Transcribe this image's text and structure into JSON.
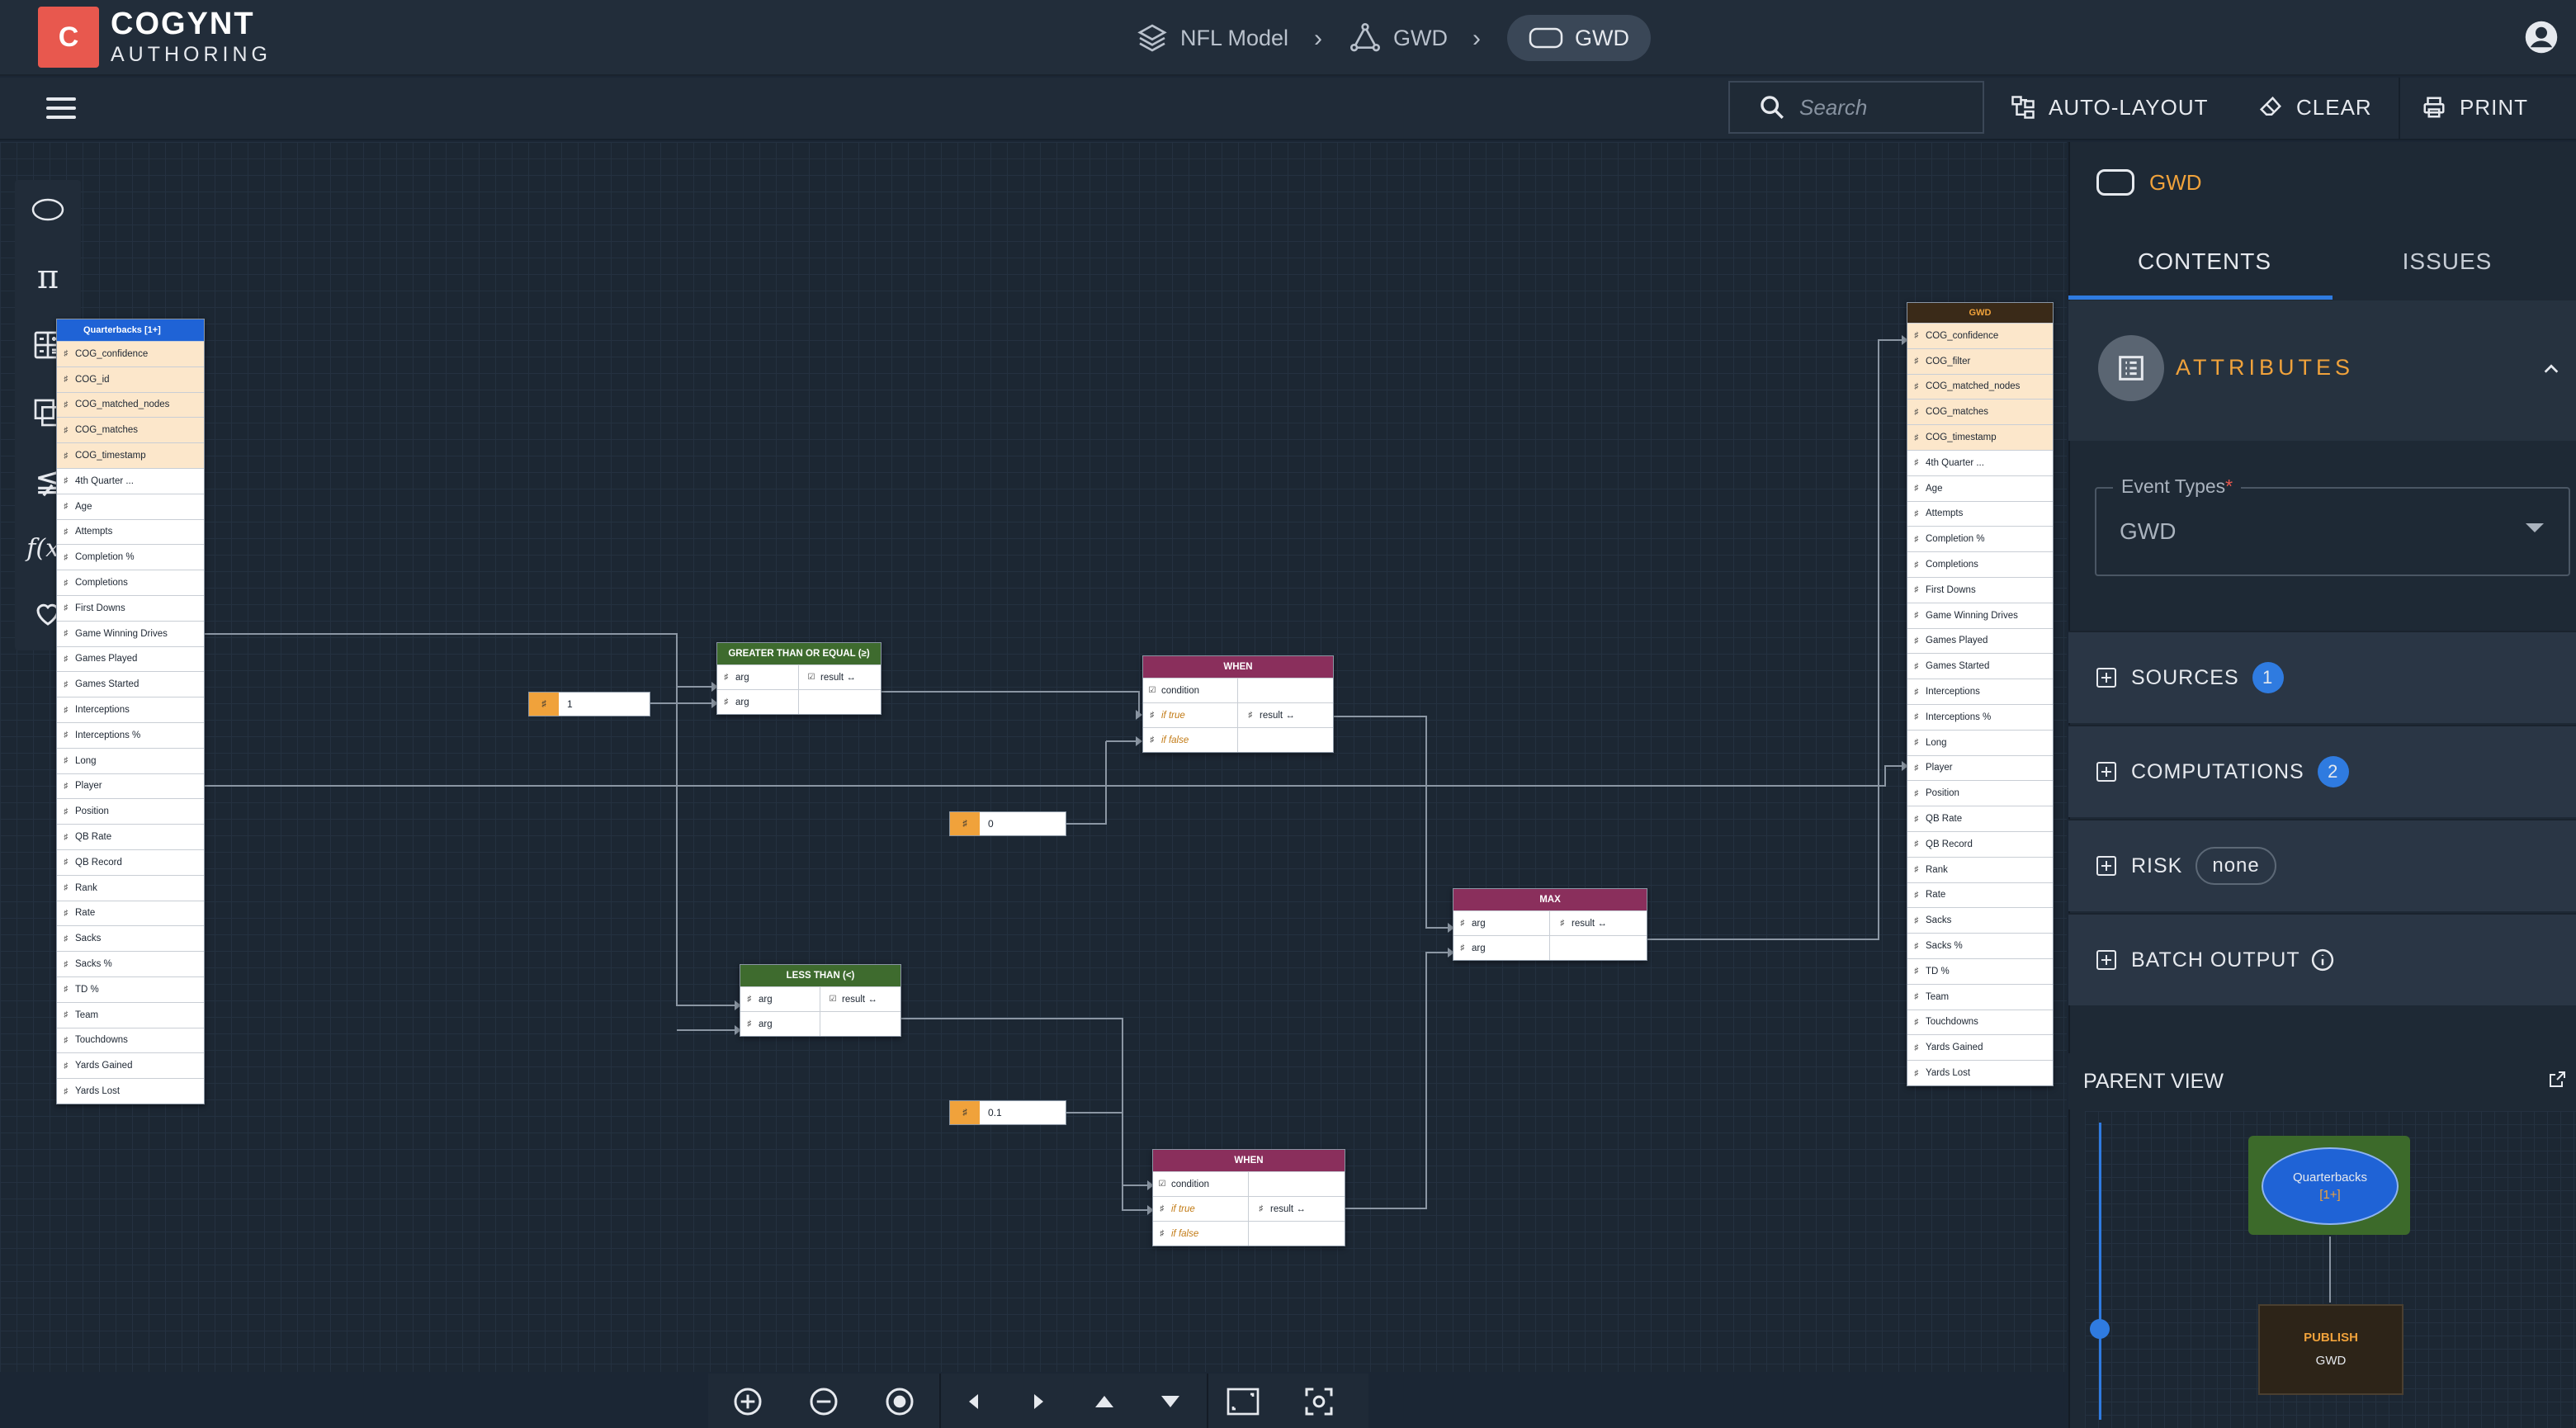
{
  "app": {
    "brand_line1": "COGYNT",
    "brand_line2": "AUTHORING",
    "logo_letter": "C"
  },
  "breadcrumbs": [
    {
      "label": "NFL Model",
      "icon": "layers-icon"
    },
    {
      "label": "GWD",
      "icon": "graph-icon"
    },
    {
      "label": "GWD",
      "icon": "oval-icon"
    }
  ],
  "toolbar": {
    "search_placeholder": "Search",
    "auto_layout": "AUTO-LAYOUT",
    "clear": "CLEAR",
    "print": "PRINT"
  },
  "source_node": {
    "title": "Quarterbacks [1+]",
    "meta_fields": [
      "COG_confidence",
      "COG_id",
      "COG_matched_nodes",
      "COG_matches",
      "COG_timestamp"
    ],
    "fields": [
      "4th Quarter ...",
      "Age",
      "Attempts",
      "Completion %",
      "Completions",
      "First Downs",
      "Game Winning Drives",
      "Games Played",
      "Games Started",
      "Interceptions",
      "Interceptions %",
      "Long",
      "Player",
      "Position",
      "QB Rate",
      "QB Record",
      "Rank",
      "Rate",
      "Sacks",
      "Sacks %",
      "TD %",
      "Team",
      "Touchdowns",
      "Yards Gained",
      "Yards Lost"
    ]
  },
  "output_node": {
    "title": "GWD",
    "meta_fields": [
      "COG_confidence",
      "COG_filter",
      "COG_matched_nodes",
      "COG_matches",
      "COG_timestamp"
    ],
    "fields": [
      "4th Quarter ...",
      "Age",
      "Attempts",
      "Completion %",
      "Completions",
      "First Downs",
      "Game Winning Drives",
      "Games Played",
      "Games Started",
      "Interceptions",
      "Interceptions %",
      "Long",
      "Player",
      "Position",
      "QB Rate",
      "QB Record",
      "Rank",
      "Rate",
      "Sacks",
      "Sacks %",
      "TD %",
      "Team",
      "Touchdowns",
      "Yards Gained",
      "Yards Lost"
    ]
  },
  "functions": {
    "gte": {
      "title": "GREATER THAN OR EQUAL (≥)",
      "arg1": "arg",
      "arg2": "arg",
      "result": "result ↔"
    },
    "lt": {
      "title": "LESS THAN (<)",
      "arg1": "arg",
      "arg2": "arg",
      "result": "result ↔"
    },
    "when1": {
      "title": "WHEN",
      "condition": "condition",
      "if_true": "if true",
      "if_false": "if false",
      "result": "result ↔"
    },
    "when2": {
      "title": "WHEN",
      "condition": "condition",
      "if_true": "if true",
      "if_false": "if false",
      "result": "result ↔"
    },
    "max": {
      "title": "MAX",
      "arg1": "arg",
      "arg2": "arg",
      "result": "result ↔"
    }
  },
  "constants": {
    "c1": "1",
    "c2": "0",
    "c3": "0.1"
  },
  "right_panel": {
    "header_title": "GWD",
    "tabs": [
      "CONTENTS",
      "ISSUES"
    ],
    "attributes_label": "ATTRIBUTES",
    "event_types_label": "Event Types",
    "event_types_required": "*",
    "event_types_value": "GWD",
    "sources_label": "SOURCES",
    "sources_count": "1",
    "computations_label": "COMPUTATIONS",
    "computations_count": "2",
    "risk_label": "RISK",
    "risk_value": "none",
    "batch_output_label": "BATCH OUTPUT",
    "parent_view_label": "PARENT VIEW",
    "parent_node_title": "Quarterbacks",
    "parent_node_sub": "[1+]",
    "publish_label": "PUBLISH",
    "publish_name": "GWD"
  },
  "colors": {
    "accent": "#f0a23b",
    "brand": "#e8584e",
    "blue": "#2f7be0",
    "fn_green": "#3e6b2e",
    "fn_purple": "#8a2f5c",
    "header_blue": "#1f63d6",
    "header_brown": "#3a2a18"
  }
}
